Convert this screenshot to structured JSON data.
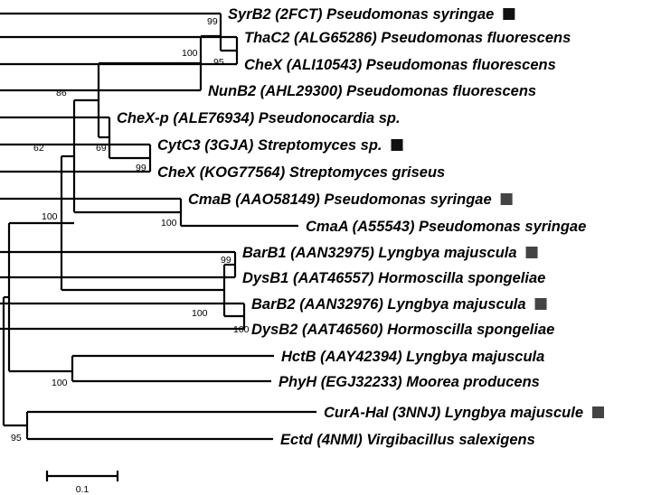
{
  "taxa": [
    {
      "id": "syrb2",
      "protein": "SyrB2 (2FCT)",
      "species": "Pseudomonas syringae",
      "marker": true,
      "marker_color": "#111111"
    },
    {
      "id": "thac2",
      "protein": "ThaC2 (ALG65286)",
      "species": "Pseudomonas fluorescens",
      "marker": false
    },
    {
      "id": "chex-ali",
      "protein": "CheX (ALI10543)",
      "species": "Pseudomonas fluorescens",
      "marker": false
    },
    {
      "id": "nunb2",
      "protein": "NunB2 (AHL29300)",
      "species": "Pseudomonas fluorescens",
      "marker": false
    },
    {
      "id": "chex-p",
      "protein": "CheX-p (ALE76934)",
      "species": "Pseudonocardia sp.",
      "marker": false
    },
    {
      "id": "cytc3",
      "protein": "CytC3 (3GJA)",
      "species": "Streptomyces sp.",
      "marker": true,
      "marker_color": "#111111"
    },
    {
      "id": "chex-kog",
      "protein": "CheX (KOG77564)",
      "species": "Streptomyces griseus",
      "marker": false
    },
    {
      "id": "cmab",
      "protein": "CmaB (AAO58149)",
      "species": "Pseudomonas syringae",
      "marker": true,
      "marker_color": "#444444"
    },
    {
      "id": "cmaa",
      "protein": "CmaA (A55543)",
      "species": "Pseudomonas syringae",
      "marker": false
    },
    {
      "id": "barb1",
      "protein": "BarB1 (AAN32975)",
      "species": "Lyngbya majuscula",
      "marker": true,
      "marker_color": "#444444"
    },
    {
      "id": "dysb1",
      "protein": "DysB1 (AAT46557)",
      "species": "Hormoscilla spongeliae",
      "marker": false
    },
    {
      "id": "barb2",
      "protein": "BarB2 (AAN32976)",
      "species": "Lyngbya majuscula",
      "marker": true,
      "marker_color": "#444444"
    },
    {
      "id": "dysb2",
      "protein": "DysB2 (AAT46560)",
      "species": "Hormoscilla spongeliae",
      "marker": false
    },
    {
      "id": "hctb",
      "protein": "HctB (AAY42394)",
      "species": "Lyngbya majuscula",
      "marker": false
    },
    {
      "id": "phyh",
      "protein": "PhyH (EGJ32233)",
      "species": "Moorea producens",
      "marker": false
    },
    {
      "id": "cura",
      "protein": "CurA-Hal (3NNJ)",
      "species": "Lyngbya majuscule",
      "marker": true,
      "marker_color": "#444444"
    },
    {
      "id": "ectd",
      "protein": "Ectd (4NMI)",
      "species": "Virgibacillus salexigens",
      "marker": false
    }
  ],
  "bootstrap": [
    "99",
    "95",
    "100",
    "86",
    "69",
    "99",
    "62",
    "100",
    "100",
    "99",
    "100",
    "100",
    "100",
    "95"
  ],
  "scale_bar": {
    "label": "0.1"
  }
}
